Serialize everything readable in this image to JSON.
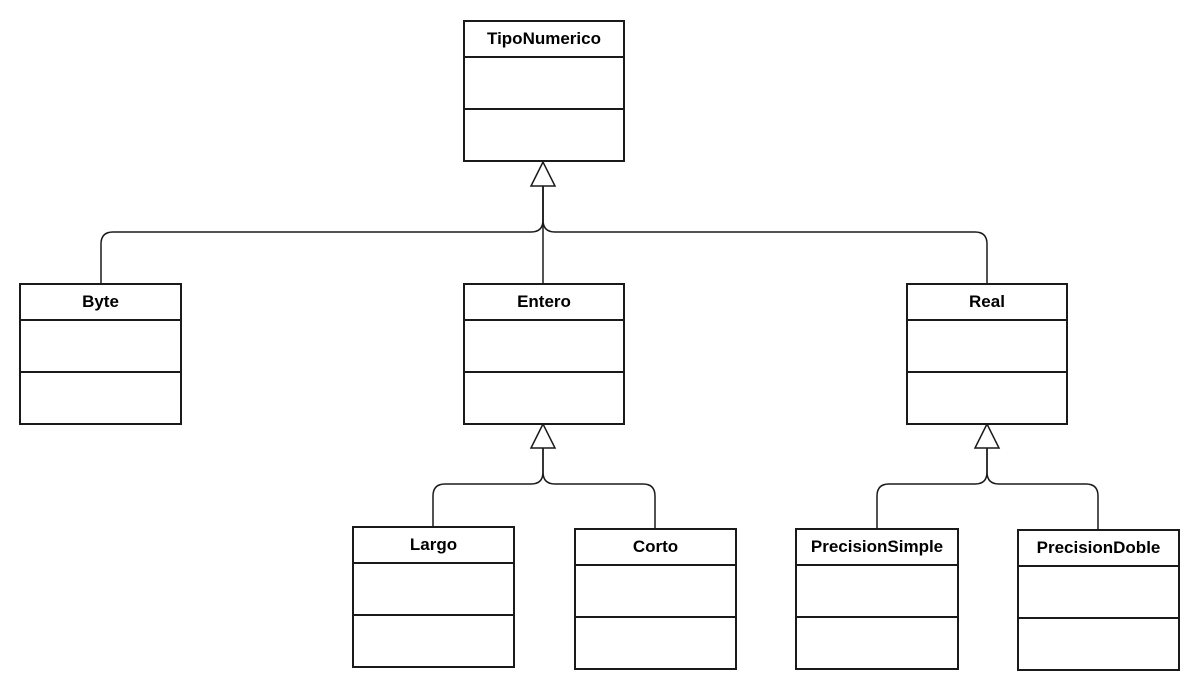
{
  "classes": {
    "tiponumerico": "TipoNumerico",
    "byte": "Byte",
    "entero": "Entero",
    "real": "Real",
    "largo": "Largo",
    "corto": "Corto",
    "precisionsimple": "PrecisionSimple",
    "precisiondoble": "PrecisionDoble"
  },
  "colors": {
    "line": "#1a1a1a",
    "background": "#ffffff"
  }
}
